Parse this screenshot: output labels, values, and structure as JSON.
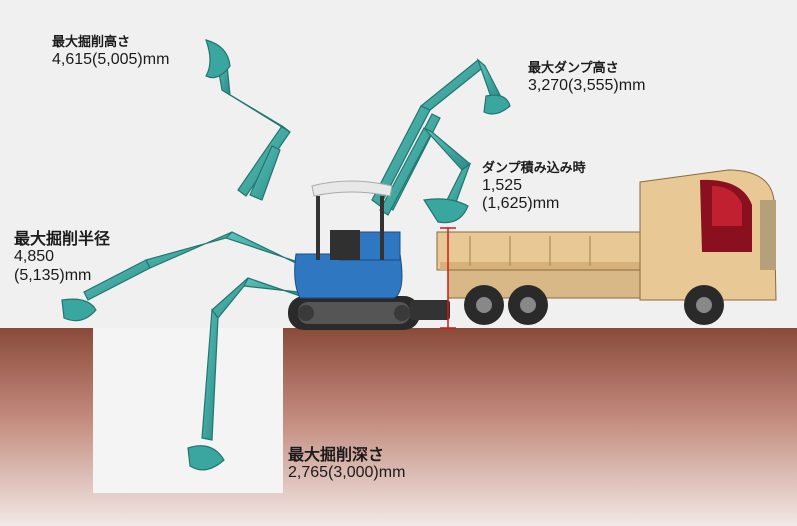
{
  "labels": {
    "max_dig_height": {
      "title": "最大掘削高さ",
      "value": "4,615(5,005)mm"
    },
    "max_dump_height": {
      "title": "最大ダンプ高さ",
      "value": "3,270(3,555)mm"
    },
    "dump_loading": {
      "title": "ダンプ積み込み時",
      "value": "1,525",
      "value2": "(1,625)mm"
    },
    "max_dig_radius": {
      "title": "最大掘削半径",
      "value": "4,850",
      "value2": "(5,135)mm"
    },
    "max_dig_depth": {
      "title": "最大掘削深さ",
      "value": "2,765(3,000)mm"
    }
  },
  "colors": {
    "arm": "#3aa6a0",
    "arm_shadow": "#23766f",
    "ground_top": "#8a4a3a",
    "ground_bottom": "#f0e6e2",
    "pit": "#f4f4f4",
    "truck_body": "#e8c895",
    "truck_cab": "#8a1020",
    "measure_line": "#d01818",
    "machine_body": "#2f77c0",
    "canopy": "#e8e8e8"
  },
  "icons": {
    "excavator": "mini-excavator-illustration",
    "truck": "dump-truck-illustration"
  }
}
